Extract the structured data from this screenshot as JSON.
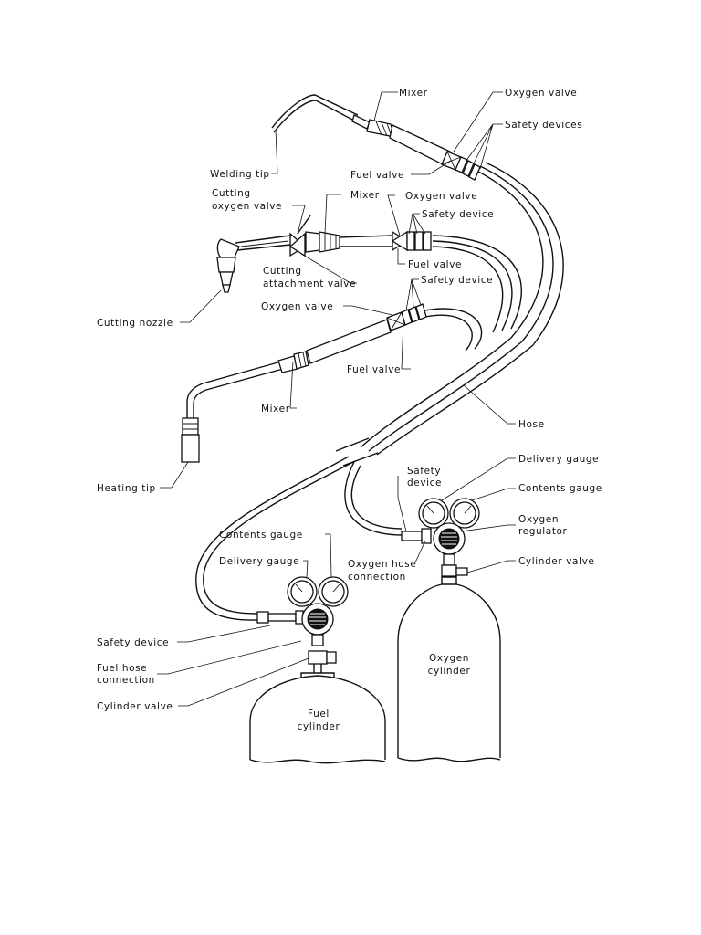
{
  "colors": {
    "ink": "#111111",
    "paper": "#ffffff"
  },
  "labels": {
    "mixer_welding": "Mixer",
    "oxygen_valve_welding": "Oxygen valve",
    "safety_devices": "Safety devices",
    "welding_tip": "Welding tip",
    "fuel_valve_welding": "Fuel valve",
    "cutting_oxygen_valve_1": "Cutting",
    "cutting_oxygen_valve_2": "oxygen valve",
    "mixer_cutting": "Mixer",
    "oxygen_valve_cutting": "Oxygen valve",
    "safety_device_cutting": "Safety device",
    "fuel_valve_cutting": "Fuel valve",
    "cutting_attachment_valve_1": "Cutting",
    "cutting_attachment_valve_2": "attachment valve",
    "safety_device_heating": "Safety device",
    "oxygen_valve_heating": "Oxygen valve",
    "cutting_nozzle": "Cutting nozzle",
    "fuel_valve_heating": "Fuel valve",
    "mixer_heating": "Mixer",
    "hose": "Hose",
    "heating_tip": "Heating tip",
    "delivery_gauge_oxygen": "Delivery gauge",
    "safety_device_oxygen_1": "Safety",
    "safety_device_oxygen_2": "device",
    "contents_gauge_oxygen": "Contents gauge",
    "oxygen_regulator_1": "Oxygen",
    "oxygen_regulator_2": "regulator",
    "contents_gauge_fuel": "Contents gauge",
    "delivery_gauge_fuel": "Delivery gauge",
    "oxygen_hose_connection_1": "Oxygen hose",
    "oxygen_hose_connection_2": "connection",
    "cylinder_valve_oxygen": "Cylinder valve",
    "safety_device_fuel": "Safety device",
    "fuel_hose_connection_1": "Fuel hose",
    "fuel_hose_connection_2": "connection",
    "cylinder_valve_fuel": "Cylinder valve",
    "oxygen_cylinder_1": "Oxygen",
    "oxygen_cylinder_2": "cylinder",
    "fuel_cylinder_1": "Fuel",
    "fuel_cylinder_2": "cylinder"
  }
}
